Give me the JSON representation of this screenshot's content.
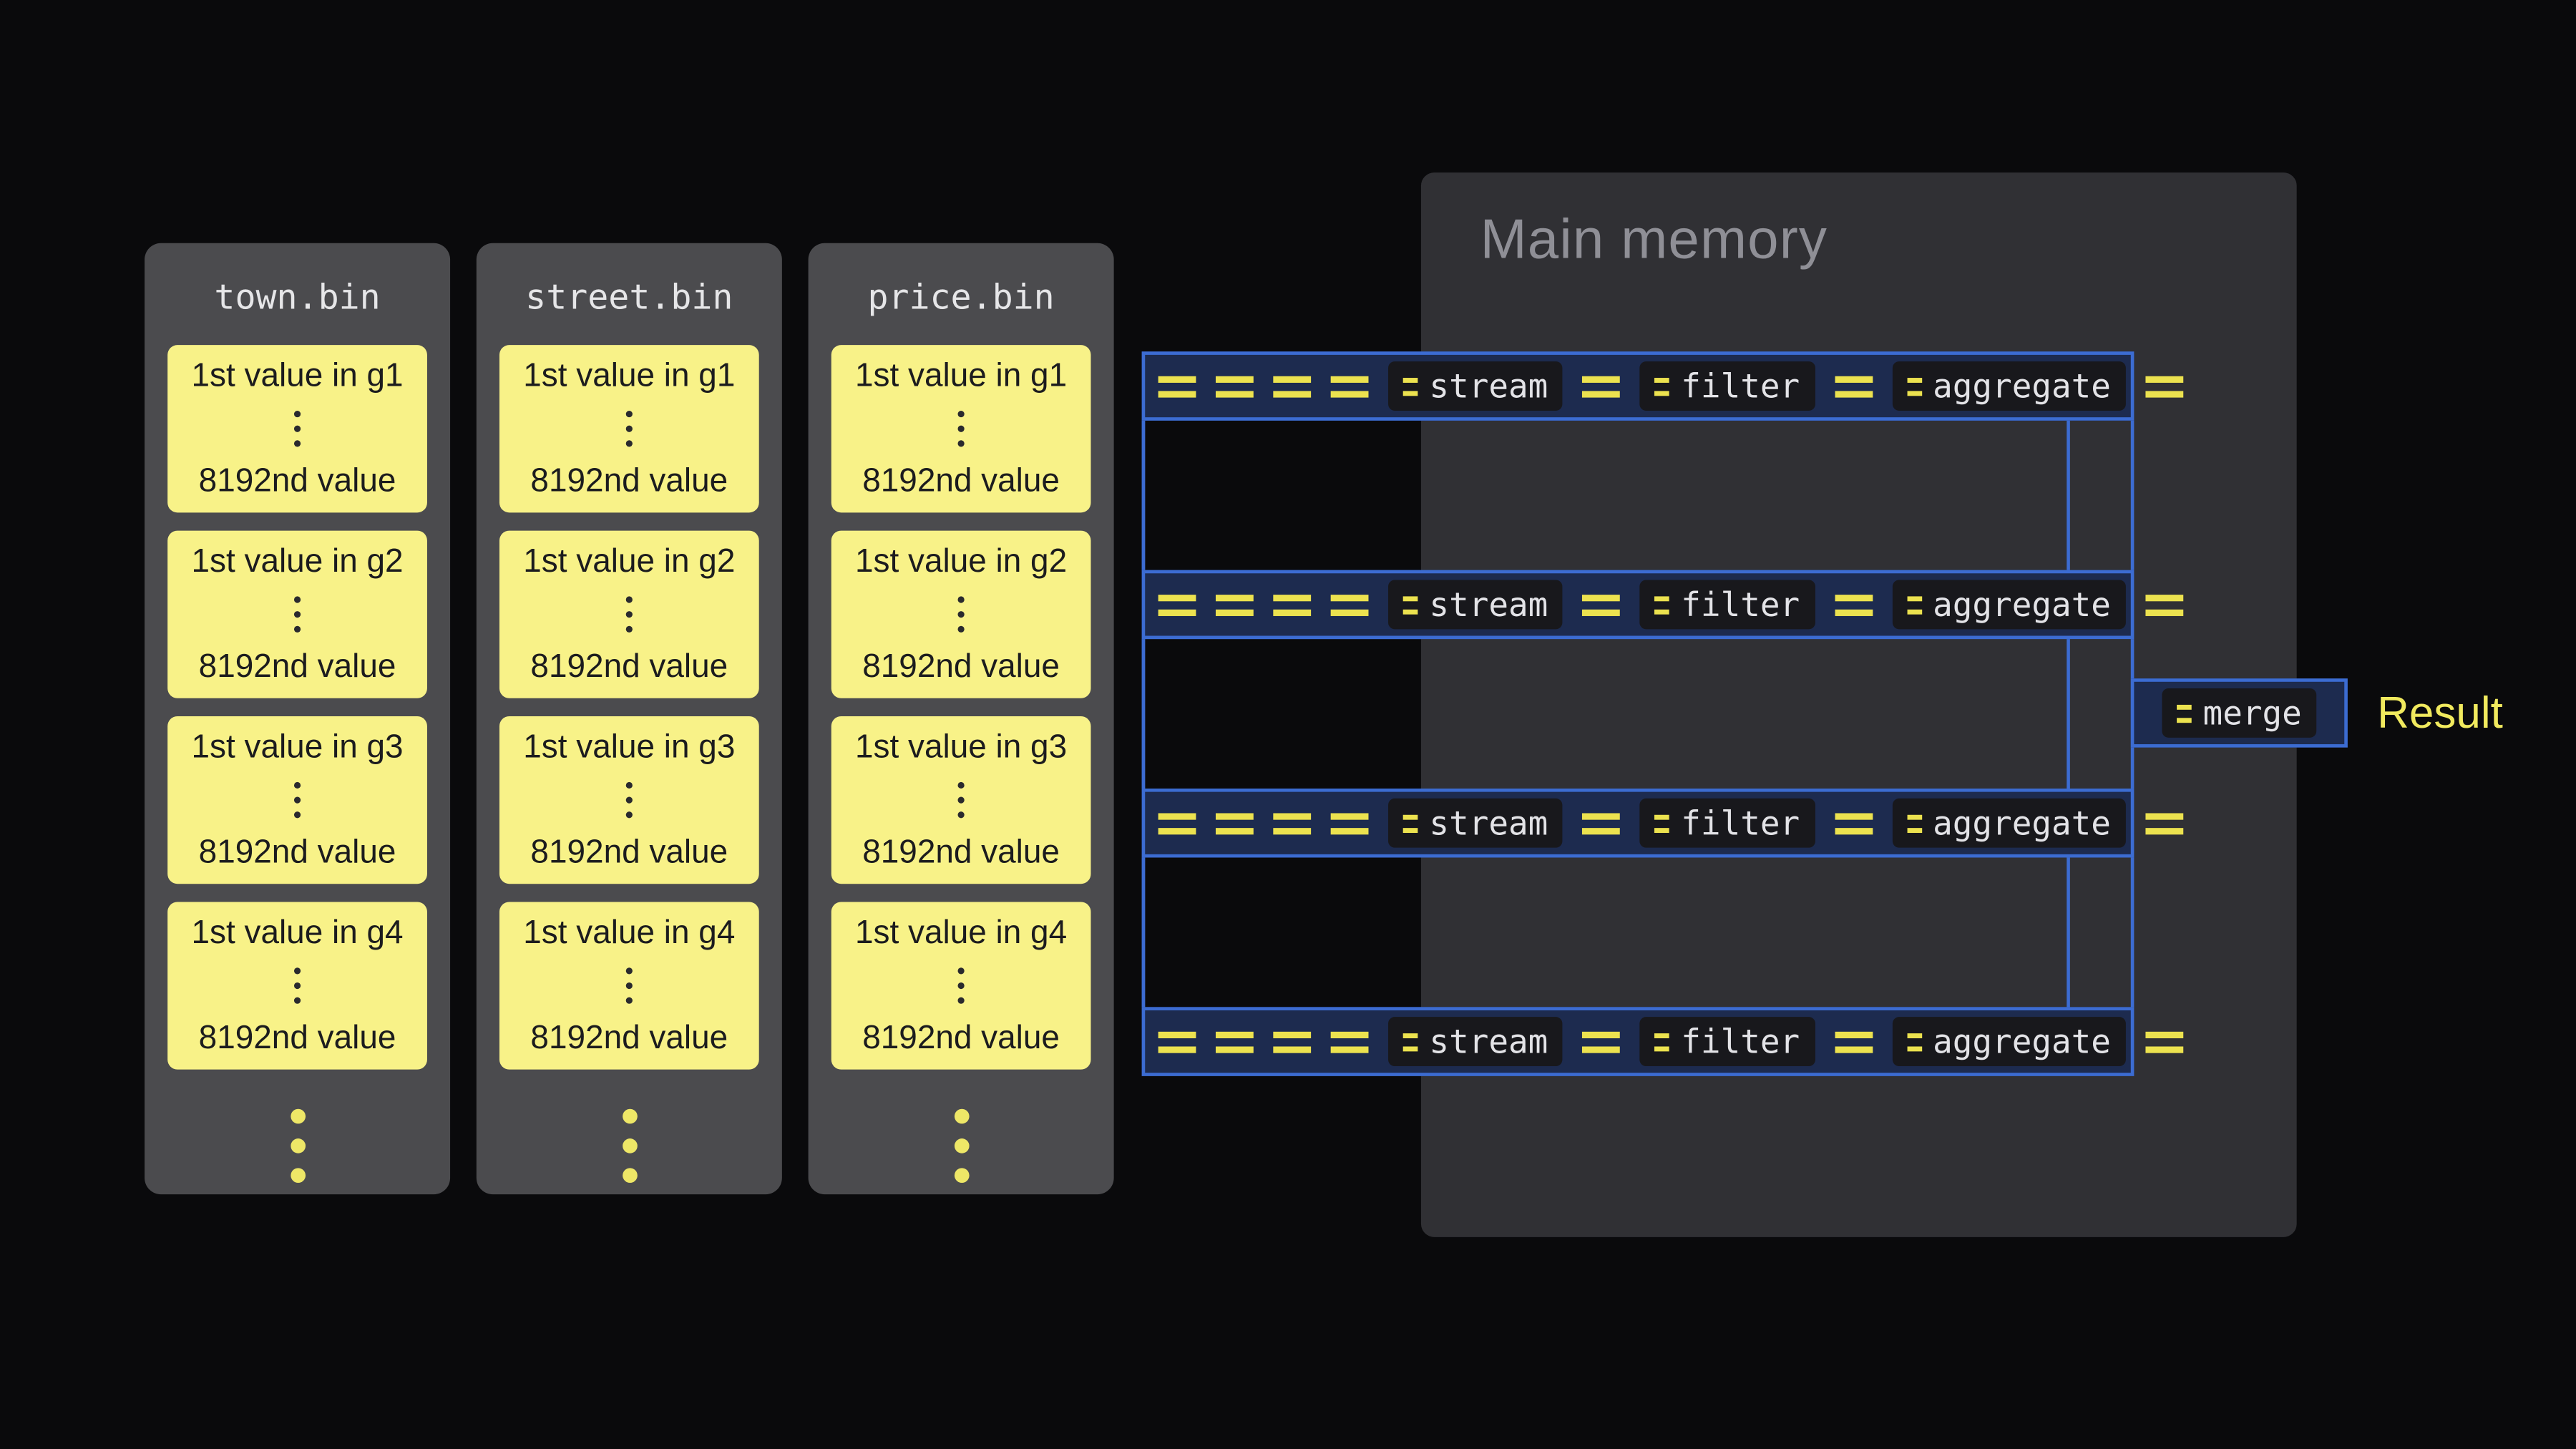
{
  "colors": {
    "background": "#0a0a0c",
    "card_yellow": "#f8f288",
    "accent_yellow": "#ece24f",
    "pipeline_blue": "#3c6cd2",
    "file_panel_gray": "#4b4b4e",
    "memory_gray": "#303034"
  },
  "files": [
    {
      "title": "town.bin",
      "groups": [
        {
          "first": "1st value in g1",
          "last": "8192nd value"
        },
        {
          "first": "1st value in g2",
          "last": "8192nd value"
        },
        {
          "first": "1st value in g3",
          "last": "8192nd value"
        },
        {
          "first": "1st value in g4",
          "last": "8192nd value"
        }
      ]
    },
    {
      "title": "street.bin",
      "groups": [
        {
          "first": "1st value in g1",
          "last": "8192nd value"
        },
        {
          "first": "1st value in g2",
          "last": "8192nd value"
        },
        {
          "first": "1st value in g3",
          "last": "8192nd value"
        },
        {
          "first": "1st value in g4",
          "last": "8192nd value"
        }
      ]
    },
    {
      "title": "price.bin",
      "groups": [
        {
          "first": "1st value in g1",
          "last": "8192nd value"
        },
        {
          "first": "1st value in g2",
          "last": "8192nd value"
        },
        {
          "first": "1st value in g3",
          "last": "8192nd value"
        },
        {
          "first": "1st value in g4",
          "last": "8192nd value"
        }
      ]
    }
  ],
  "memory": {
    "title": "Main memory"
  },
  "pipelines": {
    "rows": [
      {
        "stage1": "stream",
        "stage2": "filter",
        "stage3": "aggregate"
      },
      {
        "stage1": "stream",
        "stage2": "filter",
        "stage3": "aggregate"
      },
      {
        "stage1": "stream",
        "stage2": "filter",
        "stage3": "aggregate"
      },
      {
        "stage1": "stream",
        "stage2": "filter",
        "stage3": "aggregate"
      }
    ]
  },
  "merge": {
    "label": "merge"
  },
  "result": {
    "label": "Result"
  }
}
